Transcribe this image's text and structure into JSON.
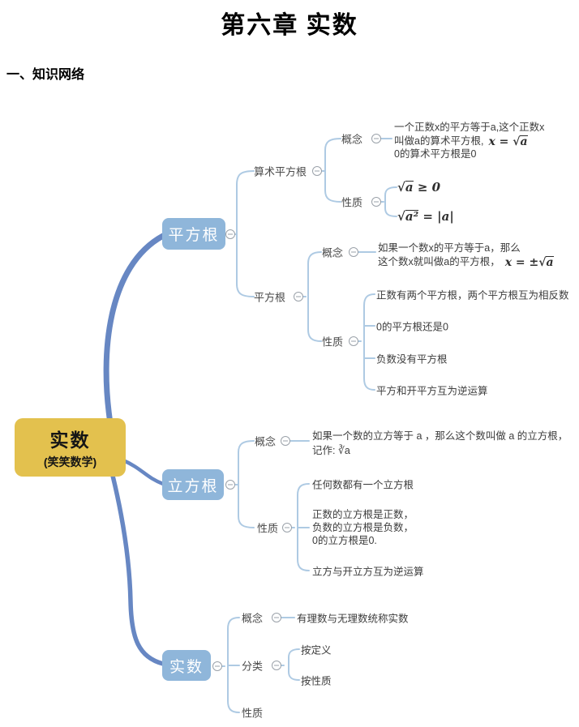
{
  "page": {
    "title": "第六章 实数",
    "section_heading": "一、知识网络"
  },
  "icons": {
    "collapse": "minus-circle"
  },
  "colors": {
    "root_bg": "#E3C14E",
    "branch_bg": "#8FB6DA",
    "branch_curve": "#6787C3",
    "connector": "#AECAE3"
  },
  "mindmap": {
    "root": {
      "title": "实数",
      "subtitle": "(笑笑数学)"
    },
    "sqrt": {
      "label": "平方根",
      "arith": {
        "label": "算术平方根",
        "concept": {
          "label": "概念",
          "line1": "一个正数x的平方等于a,这个正数x",
          "line2": "叫做a的算术平方根,",
          "formula": {
            "lead": "x = √",
            "rad": "a"
          },
          "line3": "0的算术平方根是0"
        },
        "props": {
          "label": "性质",
          "f1": {
            "lead": "√",
            "rad": "a",
            "tail": " ≥ 0"
          },
          "f2": {
            "lead": "√",
            "rad": "a²",
            "tail": " = |a|"
          }
        }
      },
      "sub": {
        "label": "平方根",
        "concept": {
          "label": "概念",
          "line1": "如果一个数x的平方等于a，那么",
          "line2": "这个数x就叫做a的平方根，",
          "formula": {
            "lead": "x = ±√",
            "rad": "a"
          }
        },
        "props": {
          "label": "性质",
          "items": [
            "正数有两个平方根，两个平方根互为相反数",
            "0的平方根还是0",
            "负数没有平方根",
            "平方和开平方互为逆运算"
          ]
        }
      }
    },
    "cbrt": {
      "label": "立方根",
      "concept": {
        "label": "概念",
        "line1": "如果一个数的立方等于 a ，那么这个数叫做 a 的立方根，",
        "line2": "记作: ∛a"
      },
      "props": {
        "label": "性质",
        "item1": "任何数都有一个立方根",
        "item2_lines": [
          "正数的立方根是正数，",
          "负数的立方根是负数，",
          "0的立方根是0."
        ],
        "item3": "立方与开立方互为逆运算"
      }
    },
    "real": {
      "label": "实数",
      "concept": {
        "label": "概念",
        "text": "有理数与无理数统称实数"
      },
      "classify": {
        "label": "分类",
        "by_definition": "按定义",
        "by_property": "按性质"
      },
      "props": {
        "label": "性质"
      }
    }
  }
}
